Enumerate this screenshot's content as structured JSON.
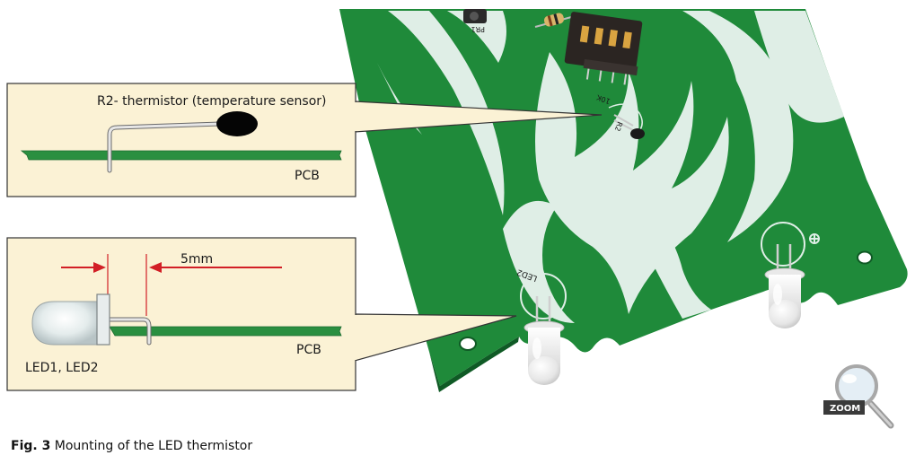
{
  "callout_top": {
    "label": "R2- thermistor (temperature sensor)",
    "pcb_label": "PCB"
  },
  "callout_bottom": {
    "dimension_label": "5mm",
    "component_label": "LED1, LED2",
    "pcb_label": "PCB"
  },
  "board": {
    "silk_pr1": "PR1",
    "silk_led2": "LED2",
    "silk_r2": "R2",
    "silk_10k": "10K"
  },
  "zoom_badge": {
    "label": "ZOOM"
  },
  "caption": {
    "fig_label": "Fig. 3",
    "text": "Mounting of the LED thermistor"
  },
  "colors": {
    "callout_bg": "#fbf2d5",
    "pcb_green": "#1f8a3a",
    "dimension_red": "#d21f26",
    "silkscreen_white": "#dfeee6"
  }
}
